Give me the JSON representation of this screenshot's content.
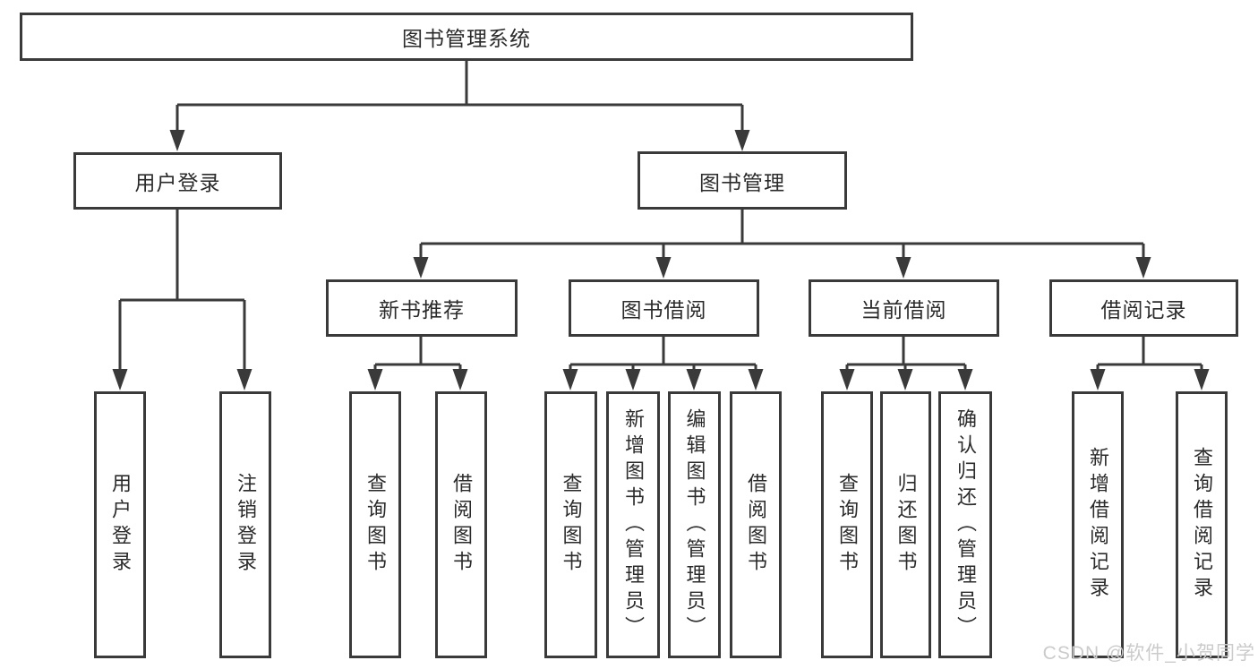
{
  "diagram": {
    "watermark": "CSDN @软件_小贺同学",
    "colors": {
      "line": "#3a3a3a",
      "text": "#2b2b2b",
      "box_background": "#ffffff",
      "watermark": "#cbcbcb"
    },
    "nodes": {
      "root": "图书管理系统",
      "user_login": "用户登录",
      "book_mgmt": "图书管理",
      "new_book_rec": "新书推荐",
      "book_borrow": "图书借阅",
      "current_borrow": "当前借阅",
      "borrow_records": "借阅记录",
      "login": "用户登录",
      "logout": "注销登录",
      "nb_query": "查询图书",
      "nb_borrow": "借阅图书",
      "bb_query": "查询图书",
      "bb_add": "新增图书（管理员）",
      "bb_edit": "编辑图书（管理员）",
      "bb_borrow": "借阅图书",
      "cb_query": "查询图书",
      "cb_return": "归还图书",
      "cb_confirm": "确认归还（管理员）",
      "br_add": "新增借阅记录",
      "br_query": "查询借阅记录"
    },
    "tree": {
      "图书管理系统": {
        "用户登录": [
          "用户登录",
          "注销登录"
        ],
        "图书管理": {
          "新书推荐": [
            "查询图书",
            "借阅图书"
          ],
          "图书借阅": [
            "查询图书",
            "新增图书（管理员）",
            "编辑图书（管理员）",
            "借阅图书"
          ],
          "当前借阅": [
            "查询图书",
            "归还图书",
            "确认归还（管理员）"
          ],
          "借阅记录": [
            "新增借阅记录",
            "查询借阅记录"
          ]
        }
      }
    }
  }
}
